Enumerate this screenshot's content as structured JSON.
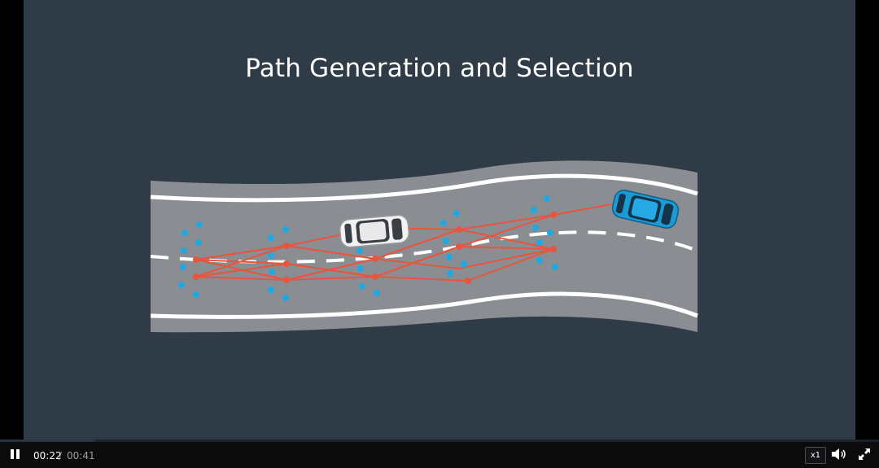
{
  "slide": {
    "title": "Path Generation and Selection"
  },
  "colors": {
    "background": "#2f3b47",
    "road": "#8a8d91",
    "lane_line": "#ffffff",
    "candidate_point": "#1fa8e1",
    "path_line": "#e8553e",
    "ego_car": "#f2f2f2",
    "target_car": "#1b9ad6"
  },
  "icons": {
    "play_pause": "pause-icon",
    "volume": "volume-icon",
    "fullscreen": "fullscreen-icon"
  },
  "controls": {
    "current_time": "00:22",
    "separator": "/",
    "total_time": "00:41",
    "speed_label": "x1",
    "progress_fraction": 0.108
  }
}
